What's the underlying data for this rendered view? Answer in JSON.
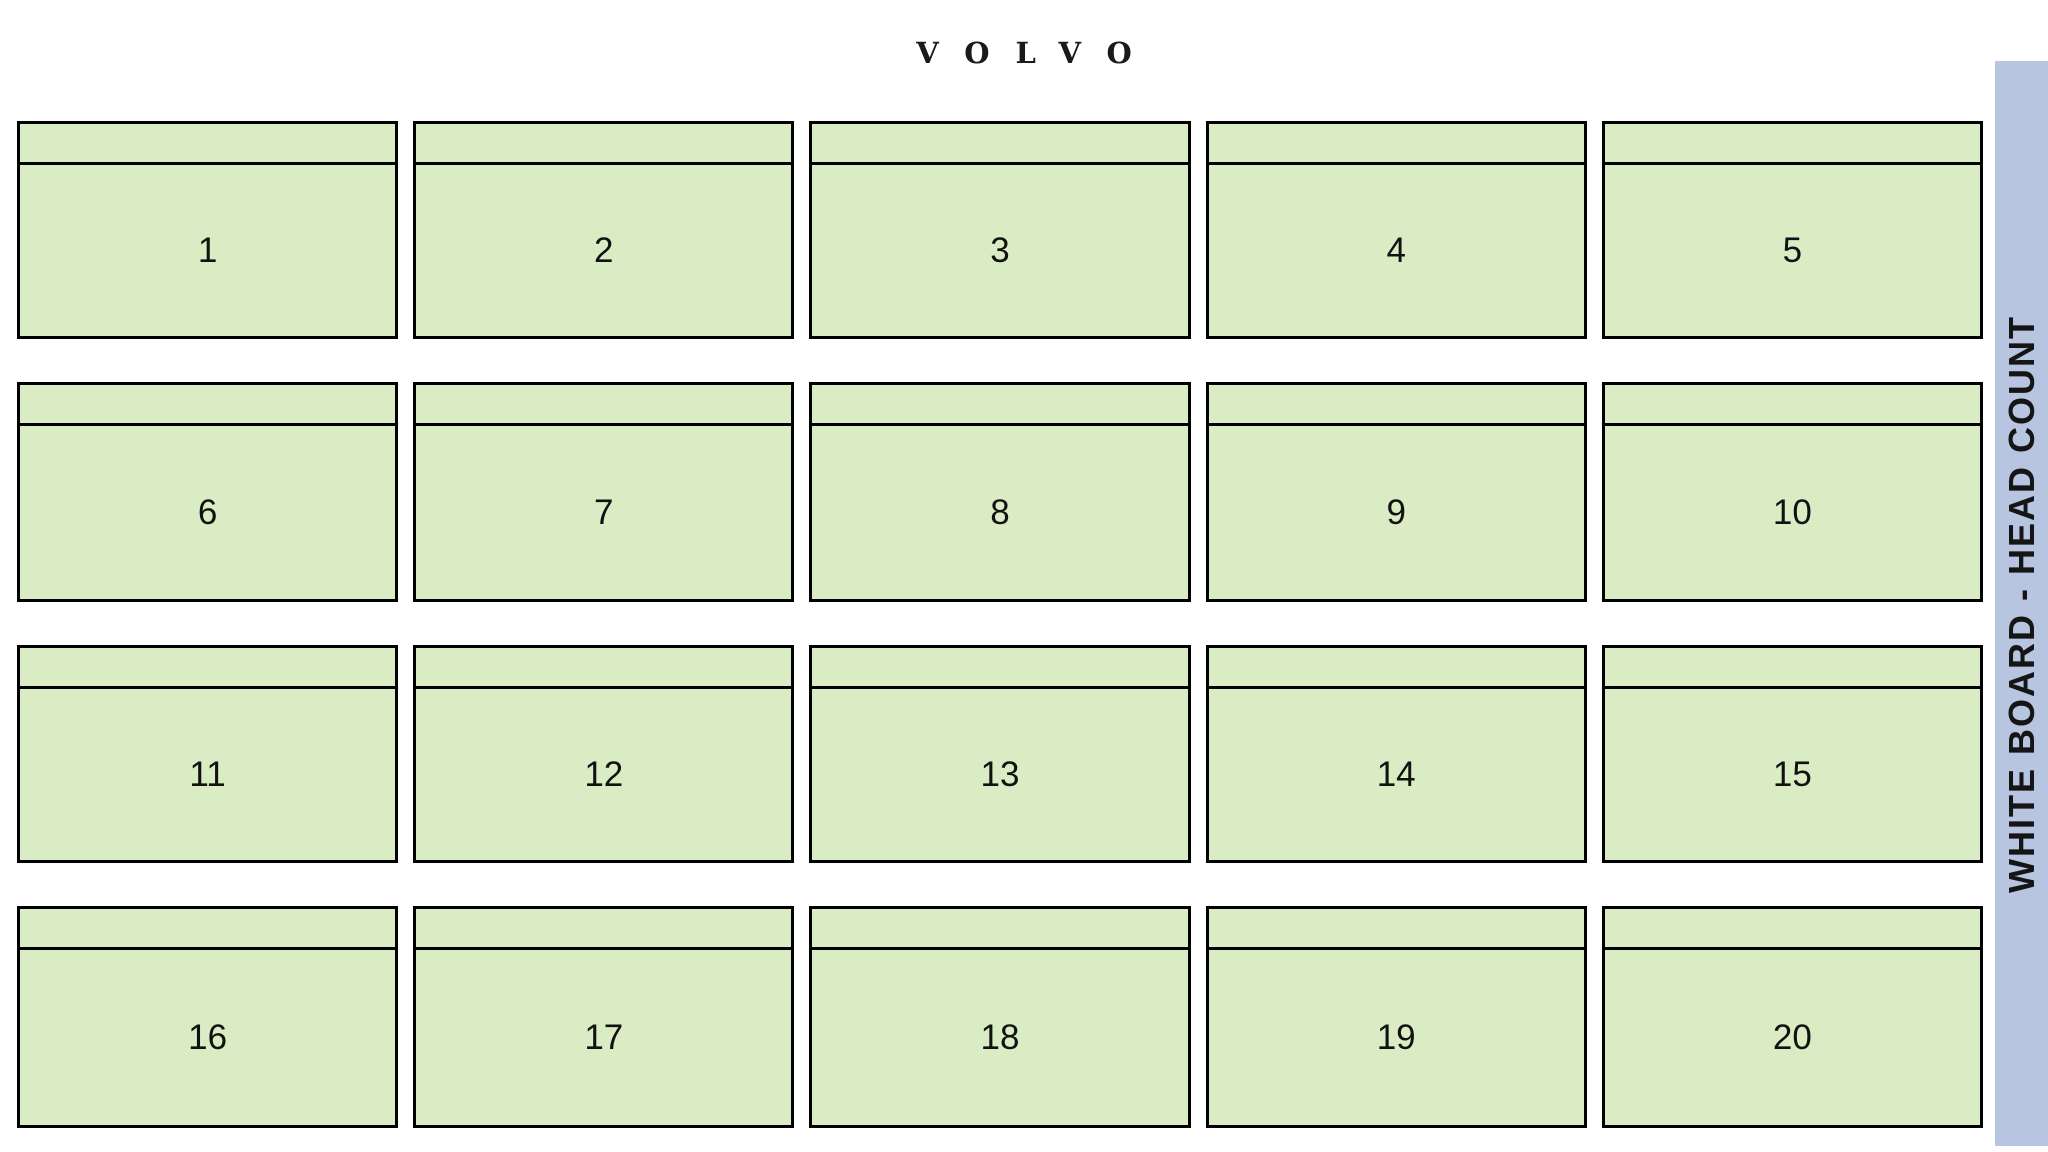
{
  "header": {
    "logo_text": "VOLVO"
  },
  "sidebar": {
    "label": "WHITE BOARD - HEAD COUNT",
    "fill": "#b8c5e0",
    "text_color": "#151515"
  },
  "board": {
    "rows": 4,
    "columns": 5,
    "cell_fill": "#d9ecc3",
    "cell_border": "#000000",
    "cells": [
      {
        "number": "1"
      },
      {
        "number": "2"
      },
      {
        "number": "3"
      },
      {
        "number": "4"
      },
      {
        "number": "5"
      },
      {
        "number": "6"
      },
      {
        "number": "7"
      },
      {
        "number": "8"
      },
      {
        "number": "9"
      },
      {
        "number": "10"
      },
      {
        "number": "11"
      },
      {
        "number": "12"
      },
      {
        "number": "13"
      },
      {
        "number": "14"
      },
      {
        "number": "15"
      },
      {
        "number": "16"
      },
      {
        "number": "17"
      },
      {
        "number": "18"
      },
      {
        "number": "19"
      },
      {
        "number": "20"
      }
    ]
  }
}
